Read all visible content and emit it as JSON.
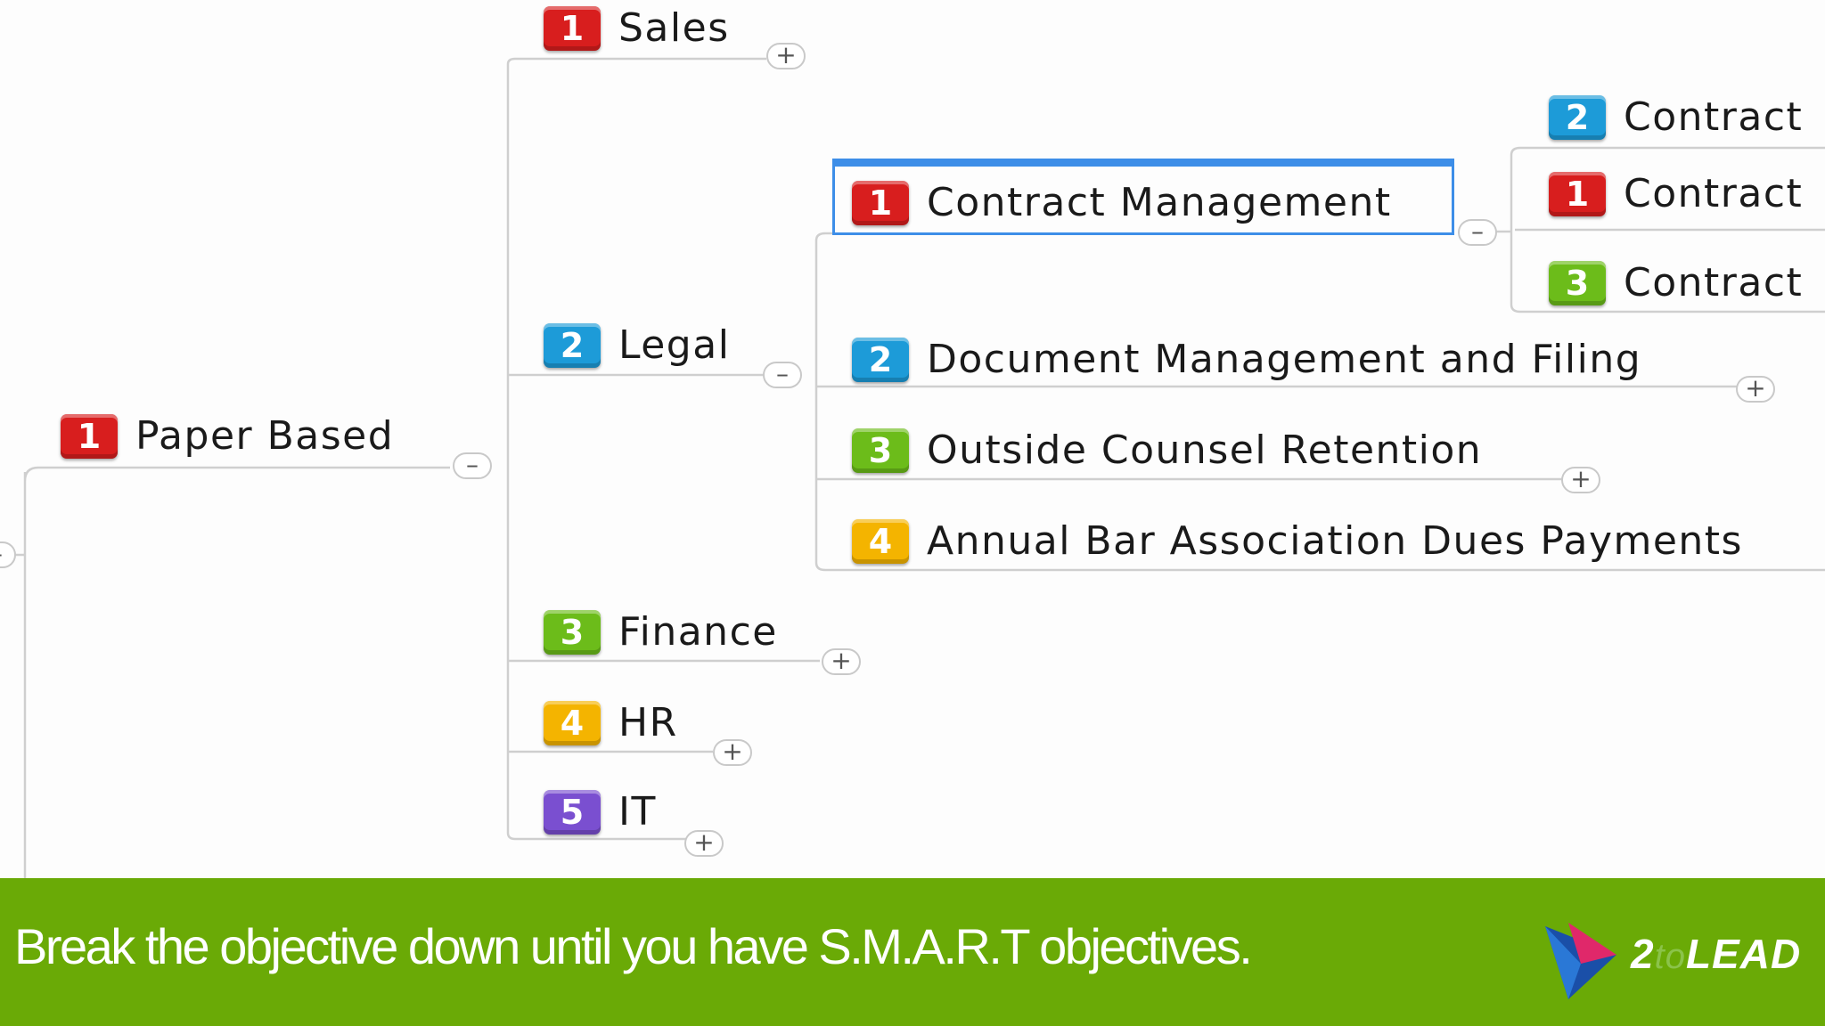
{
  "colors": {
    "red": "#d81e1e",
    "blue": "#1d9bd8",
    "green": "#6cbc1a",
    "yellow": "#f4b400",
    "purple": "#7a4fd0",
    "footer": "#6aaa06",
    "selection": "#3d8ee8"
  },
  "nodes": {
    "paper_based": {
      "badge": "1",
      "color": "red",
      "label": "Paper Based"
    },
    "sales": {
      "badge": "1",
      "color": "red",
      "label": "Sales"
    },
    "legal": {
      "badge": "2",
      "color": "blue",
      "label": "Legal"
    },
    "finance": {
      "badge": "3",
      "color": "green",
      "label": "Finance"
    },
    "hr": {
      "badge": "4",
      "color": "yellow",
      "label": "HR"
    },
    "it": {
      "badge": "5",
      "color": "purple",
      "label": "IT"
    },
    "contract_management": {
      "badge": "1",
      "color": "red",
      "label": "Contract Management"
    },
    "document_management": {
      "badge": "2",
      "color": "blue",
      "label": "Document Management and Filing"
    },
    "outside_counsel": {
      "badge": "3",
      "color": "green",
      "label": "Outside Counsel Retention"
    },
    "bar_dues": {
      "badge": "4",
      "color": "yellow",
      "label": "Annual Bar Association Dues Payments"
    },
    "contract_a": {
      "badge": "2",
      "color": "blue",
      "label": "Contract"
    },
    "contract_b": {
      "badge": "1",
      "color": "red",
      "label": "Contract"
    },
    "contract_c": {
      "badge": "3",
      "color": "green",
      "label": "Contract"
    }
  },
  "toggles": {
    "expand": "+",
    "collapse": "–"
  },
  "footer": {
    "text": "Break the objective down until you have S.M.A.R.T objectives."
  },
  "logo": {
    "num": "2",
    "to": "to",
    "brand": "LEAD"
  }
}
